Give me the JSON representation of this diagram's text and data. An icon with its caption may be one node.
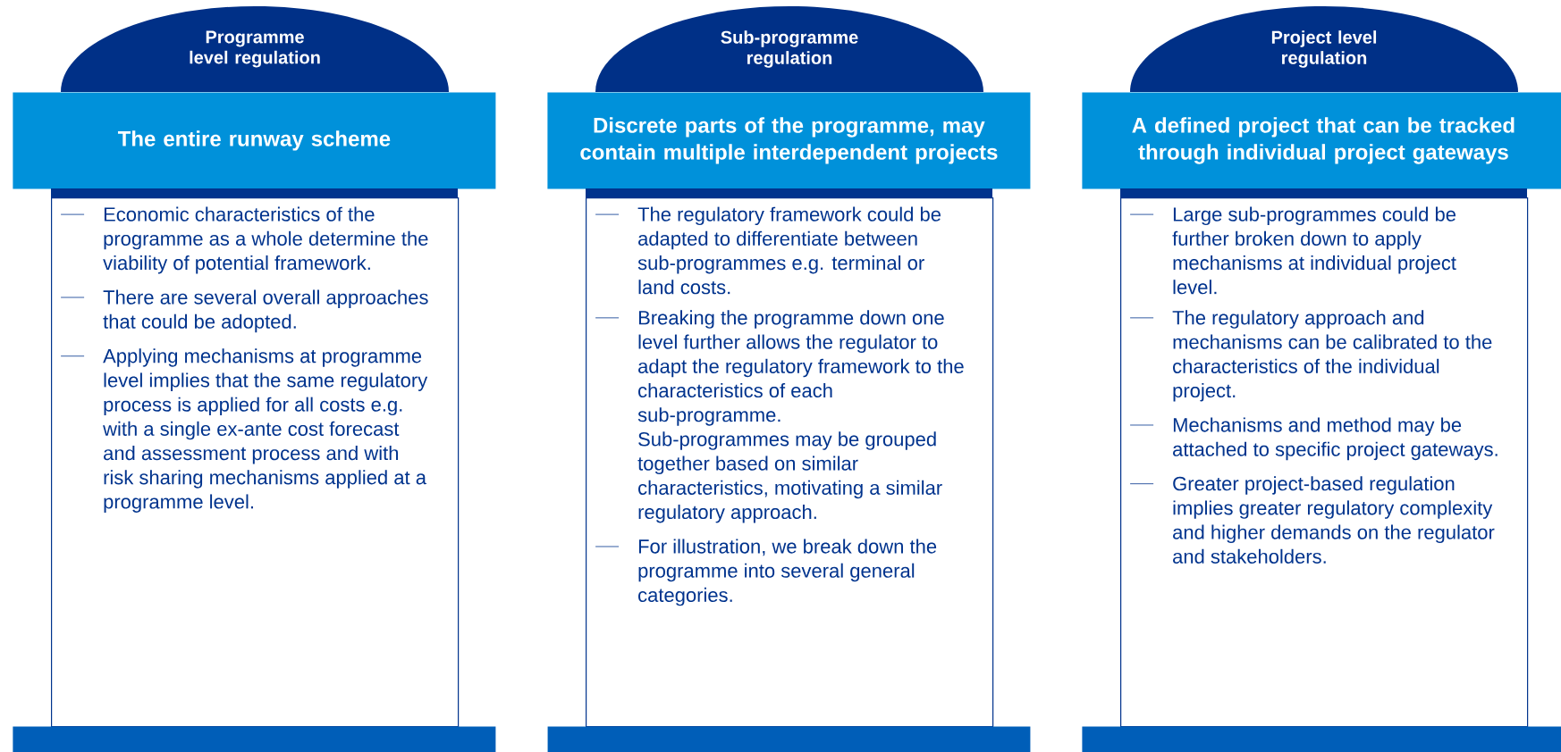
{
  "diagram": {
    "nodes": [
      {
        "text": [
          "Programme level regulation"
        ]
      },
      {
        "text": [
          "The entire runway scheme"
        ]
      },
      {
        "text": [
          "Economic characteristics of the programme as a whole determine the viability of potential framework.",
          "There are several overall approaches that could be adopted.",
          "Applying mechanisms at programme level implies that the same regulatory process is applied for all costs e.g. with a single ex-ante cost forecast and assessment process and with risk sharing mechanisms applied at a programme level."
        ]
      },
      {
        "text": [],
        "shape": "bar"
      },
      {
        "text": [
          "Sub-programme regulation"
        ]
      },
      {
        "text": [
          "Discrete parts of the programme, may contain multiple interdependent projects"
        ]
      },
      {
        "text": [
          "The regulatory framework could be adapted to differentiate between sub-programmes e.g. terminal or land costs.",
          "Breaking the programme down one level further allows the regulator to adapt the regulatory framework to the characteristics of each sub-programme.",
          "Sub-programmes may be grouped together based on similar characteristics, motivating a similar regulatory approach.",
          "For illustration, we break down the programme into several general categories."
        ]
      },
      {
        "text": [],
        "shape": "bar"
      },
      {
        "text": [
          "Project level regulation"
        ]
      },
      {
        "text": [
          "A defined project that can be tracked through individual project gateways"
        ]
      },
      {
        "text": [
          "Large sub-programmes could be further broken down to apply mechanisms at individual project level.",
          "The regulatory approach and mechanisms can be calibrated to the characteristics of the individual project.",
          "Mechanisms and method may be attached to specific project gateways.",
          "Greater project-based regulation implies greater regulatory complexity and higher demands on the regulator and stakeholders."
        ]
      },
      {
        "text": [],
        "shape": "bar"
      }
    ]
  }
}
